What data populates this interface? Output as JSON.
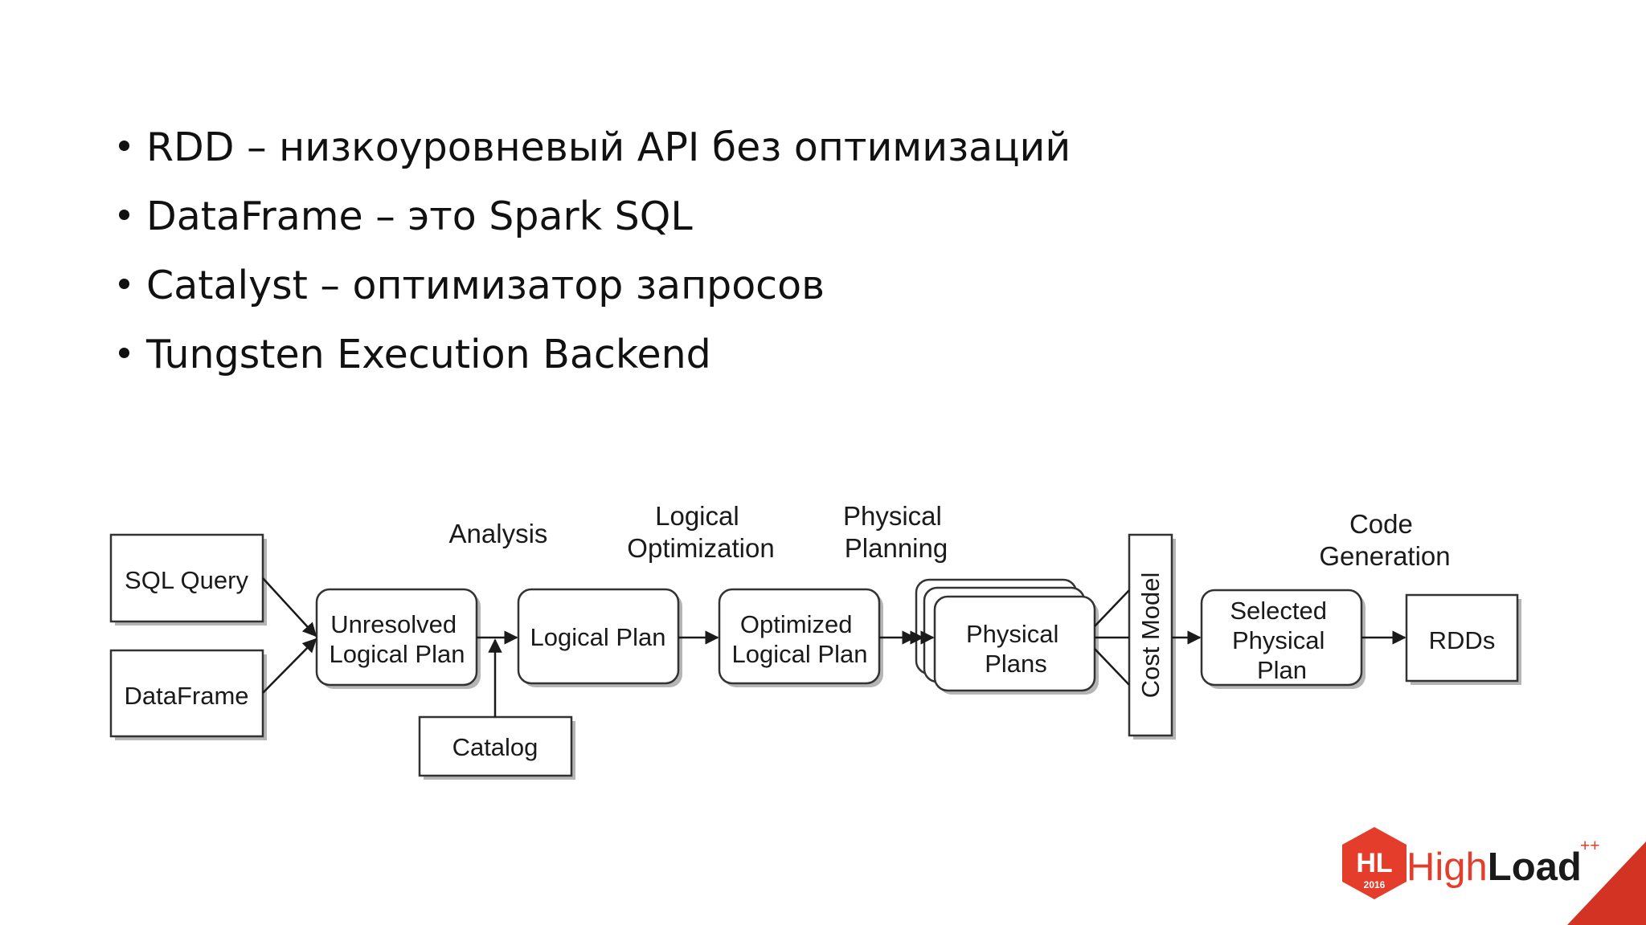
{
  "bullets": [
    "RDD – низкоуровневый API без оптимизаций",
    "DataFrame – это Spark SQL",
    "Catalyst – оптимизатор запросов",
    "Tungsten Execution Backend"
  ],
  "diagram": {
    "stages": {
      "analysis": [
        "Analysis"
      ],
      "logical_optimization": [
        "Logical",
        "Optimization"
      ],
      "physical_planning": [
        "Physical",
        "Planning"
      ],
      "code_generation": [
        "Code",
        "Generation"
      ]
    },
    "nodes": {
      "sql_query": [
        "SQL Query"
      ],
      "dataframe": [
        "DataFrame"
      ],
      "unresolved_logical_plan": [
        "Unresolved",
        "Logical Plan"
      ],
      "catalog": [
        "Catalog"
      ],
      "logical_plan": [
        "Logical Plan"
      ],
      "optimized_logical_plan": [
        "Optimized",
        "Logical Plan"
      ],
      "physical_plans": [
        "Physical",
        "Plans"
      ],
      "cost_model": [
        "Cost Model"
      ],
      "selected_physical_plan": [
        "Selected",
        "Physical",
        "Plan"
      ],
      "rdds": [
        "RDDs"
      ]
    }
  },
  "logo": {
    "badge": "HL",
    "year": "2016",
    "name_light": "High",
    "name_bold": "Load",
    "superscript": "++",
    "color_red": "#e53d2b",
    "color_dark_red": "#d23322"
  }
}
